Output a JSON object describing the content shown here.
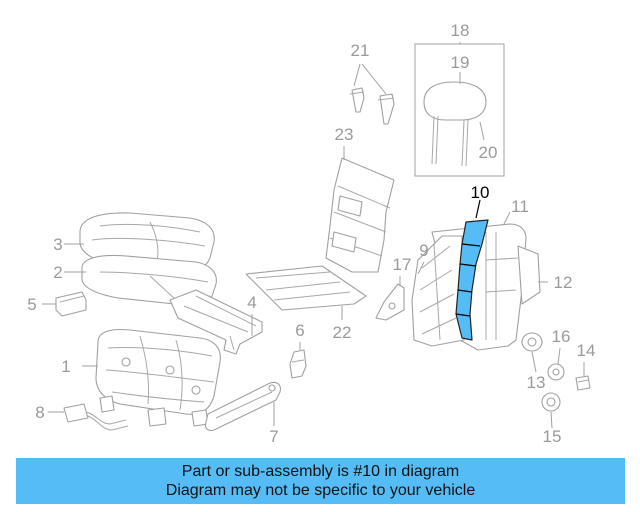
{
  "highlight_color": "#55bcf6",
  "line_color": "#a0a0a0",
  "callouts": {
    "c1": "1",
    "c2": "2",
    "c3": "3",
    "c4": "4",
    "c5": "5",
    "c6": "6",
    "c7": "7",
    "c8": "8",
    "c9": "9",
    "c10": "10",
    "c11": "11",
    "c12": "12",
    "c13": "13",
    "c14": "14",
    "c15": "15",
    "c16": "16",
    "c17": "17",
    "c18": "18",
    "c19": "19",
    "c20": "20",
    "c21": "21",
    "c22": "22",
    "c23": "23"
  },
  "banner": {
    "line1": "Part or sub-assembly is #10 in diagram",
    "line2": "Diagram may not be specific to your vehicle"
  }
}
